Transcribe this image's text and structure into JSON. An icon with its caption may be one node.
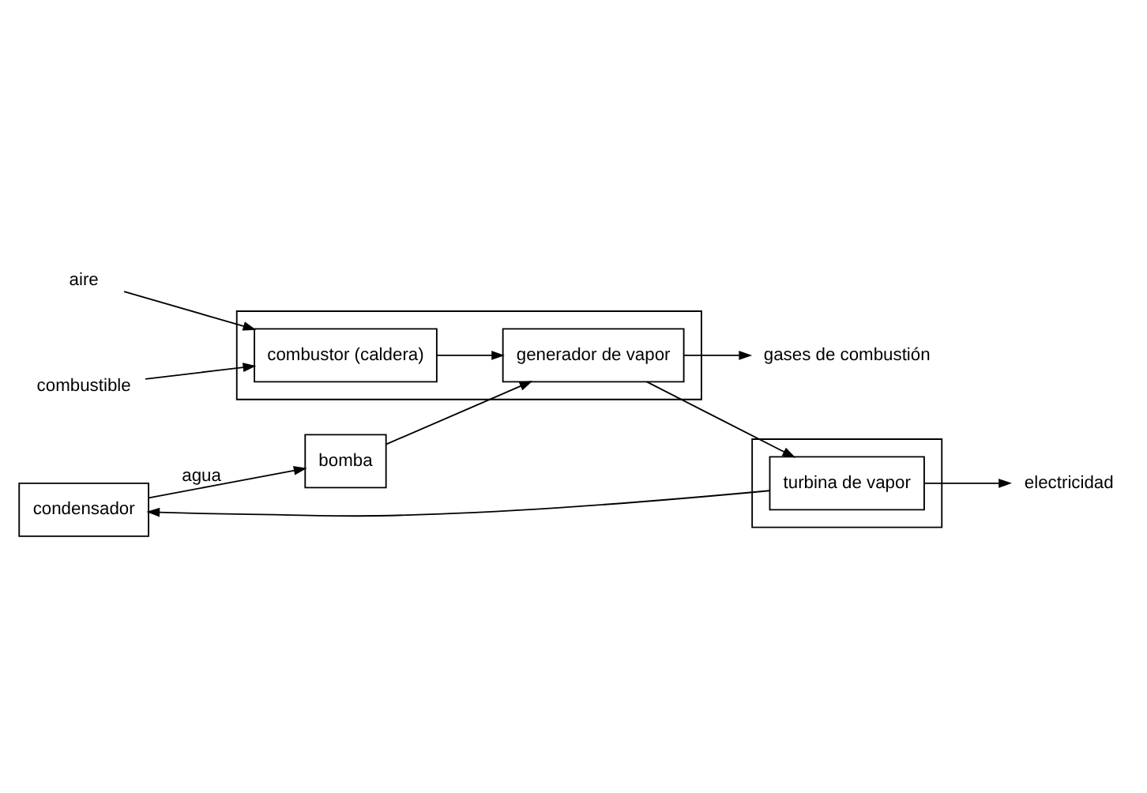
{
  "diagram": {
    "nodes": [
      {
        "text": [
          "condensador"
        ]
      },
      {
        "text": [
          "gases de combustión"
        ]
      },
      {
        "text": [
          "bomba"
        ]
      },
      {
        "text": [],
        "shape": "box"
      },
      {
        "text": [
          "generador de vapor"
        ],
        "in": 3
      },
      {
        "text": [],
        "shape": "box"
      },
      {
        "text": [
          "turbina de vapor"
        ],
        "in": 5
      },
      {
        "text": [
          "electricidad"
        ]
      },
      {
        "text": [
          "aire"
        ]
      },
      {
        "text": [
          "combustor (caldera)"
        ],
        "in": 3
      },
      {
        "text": [
          "combustible"
        ]
      }
    ],
    "edges": [
      {
        "from": 0,
        "to": 2,
        "arrow": "to",
        "label": "agua"
      },
      {
        "from": 2,
        "to": 4,
        "arrow": "to"
      },
      {
        "from": 4,
        "to": 1,
        "arrow": "to"
      },
      {
        "from": 4,
        "to": 6,
        "arrow": "to"
      },
      {
        "from": 6,
        "to": 0,
        "arrow": "to"
      },
      {
        "from": 6,
        "to": 7,
        "arrow": "to"
      },
      {
        "from": 9,
        "to": 4,
        "arrow": "to"
      },
      {
        "from": 8,
        "to": 9,
        "arrow": "to"
      },
      {
        "from": 10,
        "to": 9,
        "arrow": "to"
      }
    ]
  }
}
